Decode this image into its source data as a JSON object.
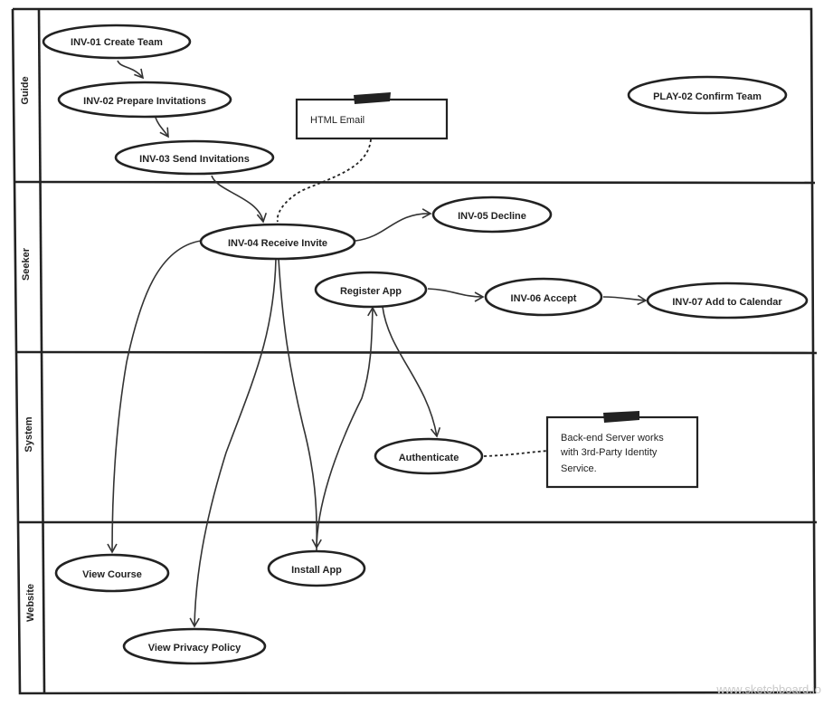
{
  "lanes": {
    "guide": "Guide",
    "seeker": "Seeker",
    "system": "System",
    "website": "Website"
  },
  "nodes": {
    "inv01": "INV-01 Create Team",
    "inv02": "INV-02 Prepare Invitations",
    "inv03": "INV-03 Send Invitations",
    "play02": "PLAY-02 Confirm Team",
    "inv04": "INV-04 Receive Invite",
    "inv05": "INV-05 Decline",
    "register": "Register App",
    "inv06": "INV-06 Accept",
    "inv07": "INV-07 Add to Calendar",
    "authenticate": "Authenticate",
    "view_course": "View Course",
    "install_app": "Install App",
    "view_privacy": "View Privacy Policy"
  },
  "notes": {
    "html_email": "HTML Email",
    "backend": {
      "line1": "Back-end Server works",
      "line2": "with 3rd-Party Identity",
      "line3": "Service."
    }
  },
  "watermark": "www.sketchboard.io"
}
